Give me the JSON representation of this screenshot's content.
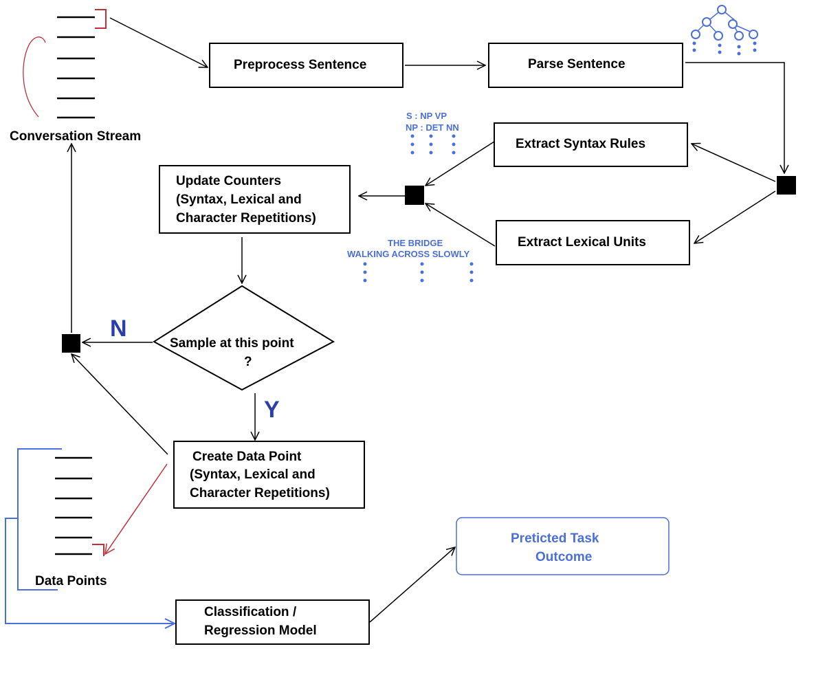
{
  "nodes": {
    "preprocess": "Preprocess Sentence",
    "parse": "Parse Sentence",
    "extract_syntax": "Extract Syntax Rules",
    "extract_lexical": "Extract Lexical Units",
    "update_counters": [
      "Update Counters",
      "(Syntax, Lexical and",
      "Character Repetitions)"
    ],
    "decision": [
      "Sample at this point",
      "?"
    ],
    "create_data_point": [
      "Create Data Point",
      "(Syntax, Lexical and",
      "Character Repetitions)"
    ],
    "model": [
      "Classification /",
      "Regression Model"
    ],
    "outcome": [
      "Preticted Task",
      "Outcome"
    ]
  },
  "labels": {
    "conversation_stream": "Conversation Stream",
    "data_points": "Data Points",
    "no": "N",
    "yes": "Y"
  },
  "annotations": {
    "syntax_rules": [
      "S : NP VP",
      "NP : DET NN"
    ],
    "lexical_units": [
      "THE BRIDGE",
      "WALKING  ACROSS SLOWLY"
    ]
  },
  "colors": {
    "accent_blue": "#4a6fd8",
    "letter_blue": "#2b3fa8",
    "red": "#c0303a"
  }
}
